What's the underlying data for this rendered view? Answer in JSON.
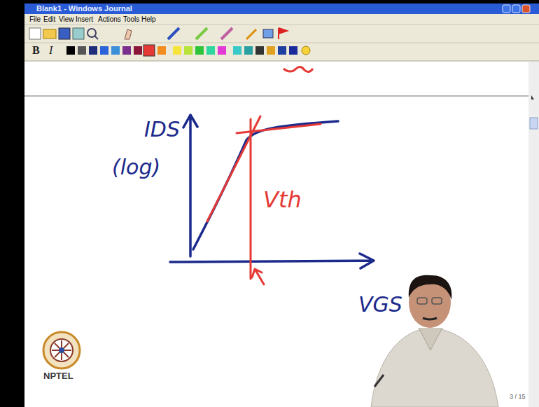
{
  "diagram": {
    "labels": [
      "Blank1 - Windows Journal",
      "File",
      "Edit",
      "View",
      "Insert",
      "Actions",
      "Tools",
      "Help",
      "B",
      "I",
      "IDS",
      "(log)",
      "Vth",
      "VGS",
      "NPTEL",
      "3 / 15"
    ]
  }
}
